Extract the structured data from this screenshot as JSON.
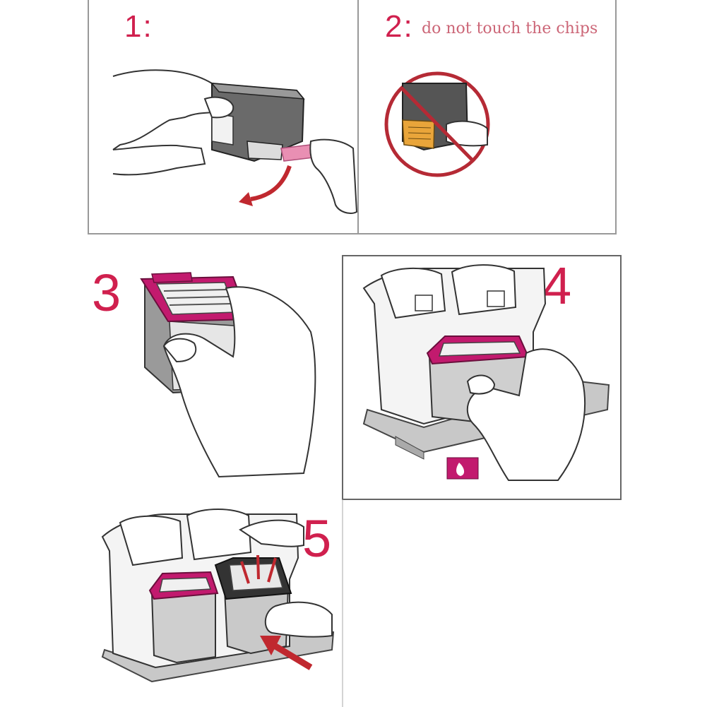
{
  "colors": {
    "accent": "#d0204e",
    "magenta": "#c21a6e",
    "warning_text": "#cc6677",
    "line": "#888888",
    "ink": "#333333"
  },
  "steps": [
    {
      "id": "step-1",
      "label": "1:"
    },
    {
      "id": "step-2",
      "label": "2:",
      "note": "do not touch the chips"
    },
    {
      "id": "step-3",
      "label": "3"
    },
    {
      "id": "step-4",
      "label": "4"
    },
    {
      "id": "step-5",
      "label": "5"
    }
  ],
  "icons": {
    "step1": "remove-tape-icon",
    "step2": "no-touch-chip-icon",
    "step3": "hold-cartridge-icon",
    "step4": "insert-cartridge-icon",
    "step5": "push-cartridge-icon"
  }
}
